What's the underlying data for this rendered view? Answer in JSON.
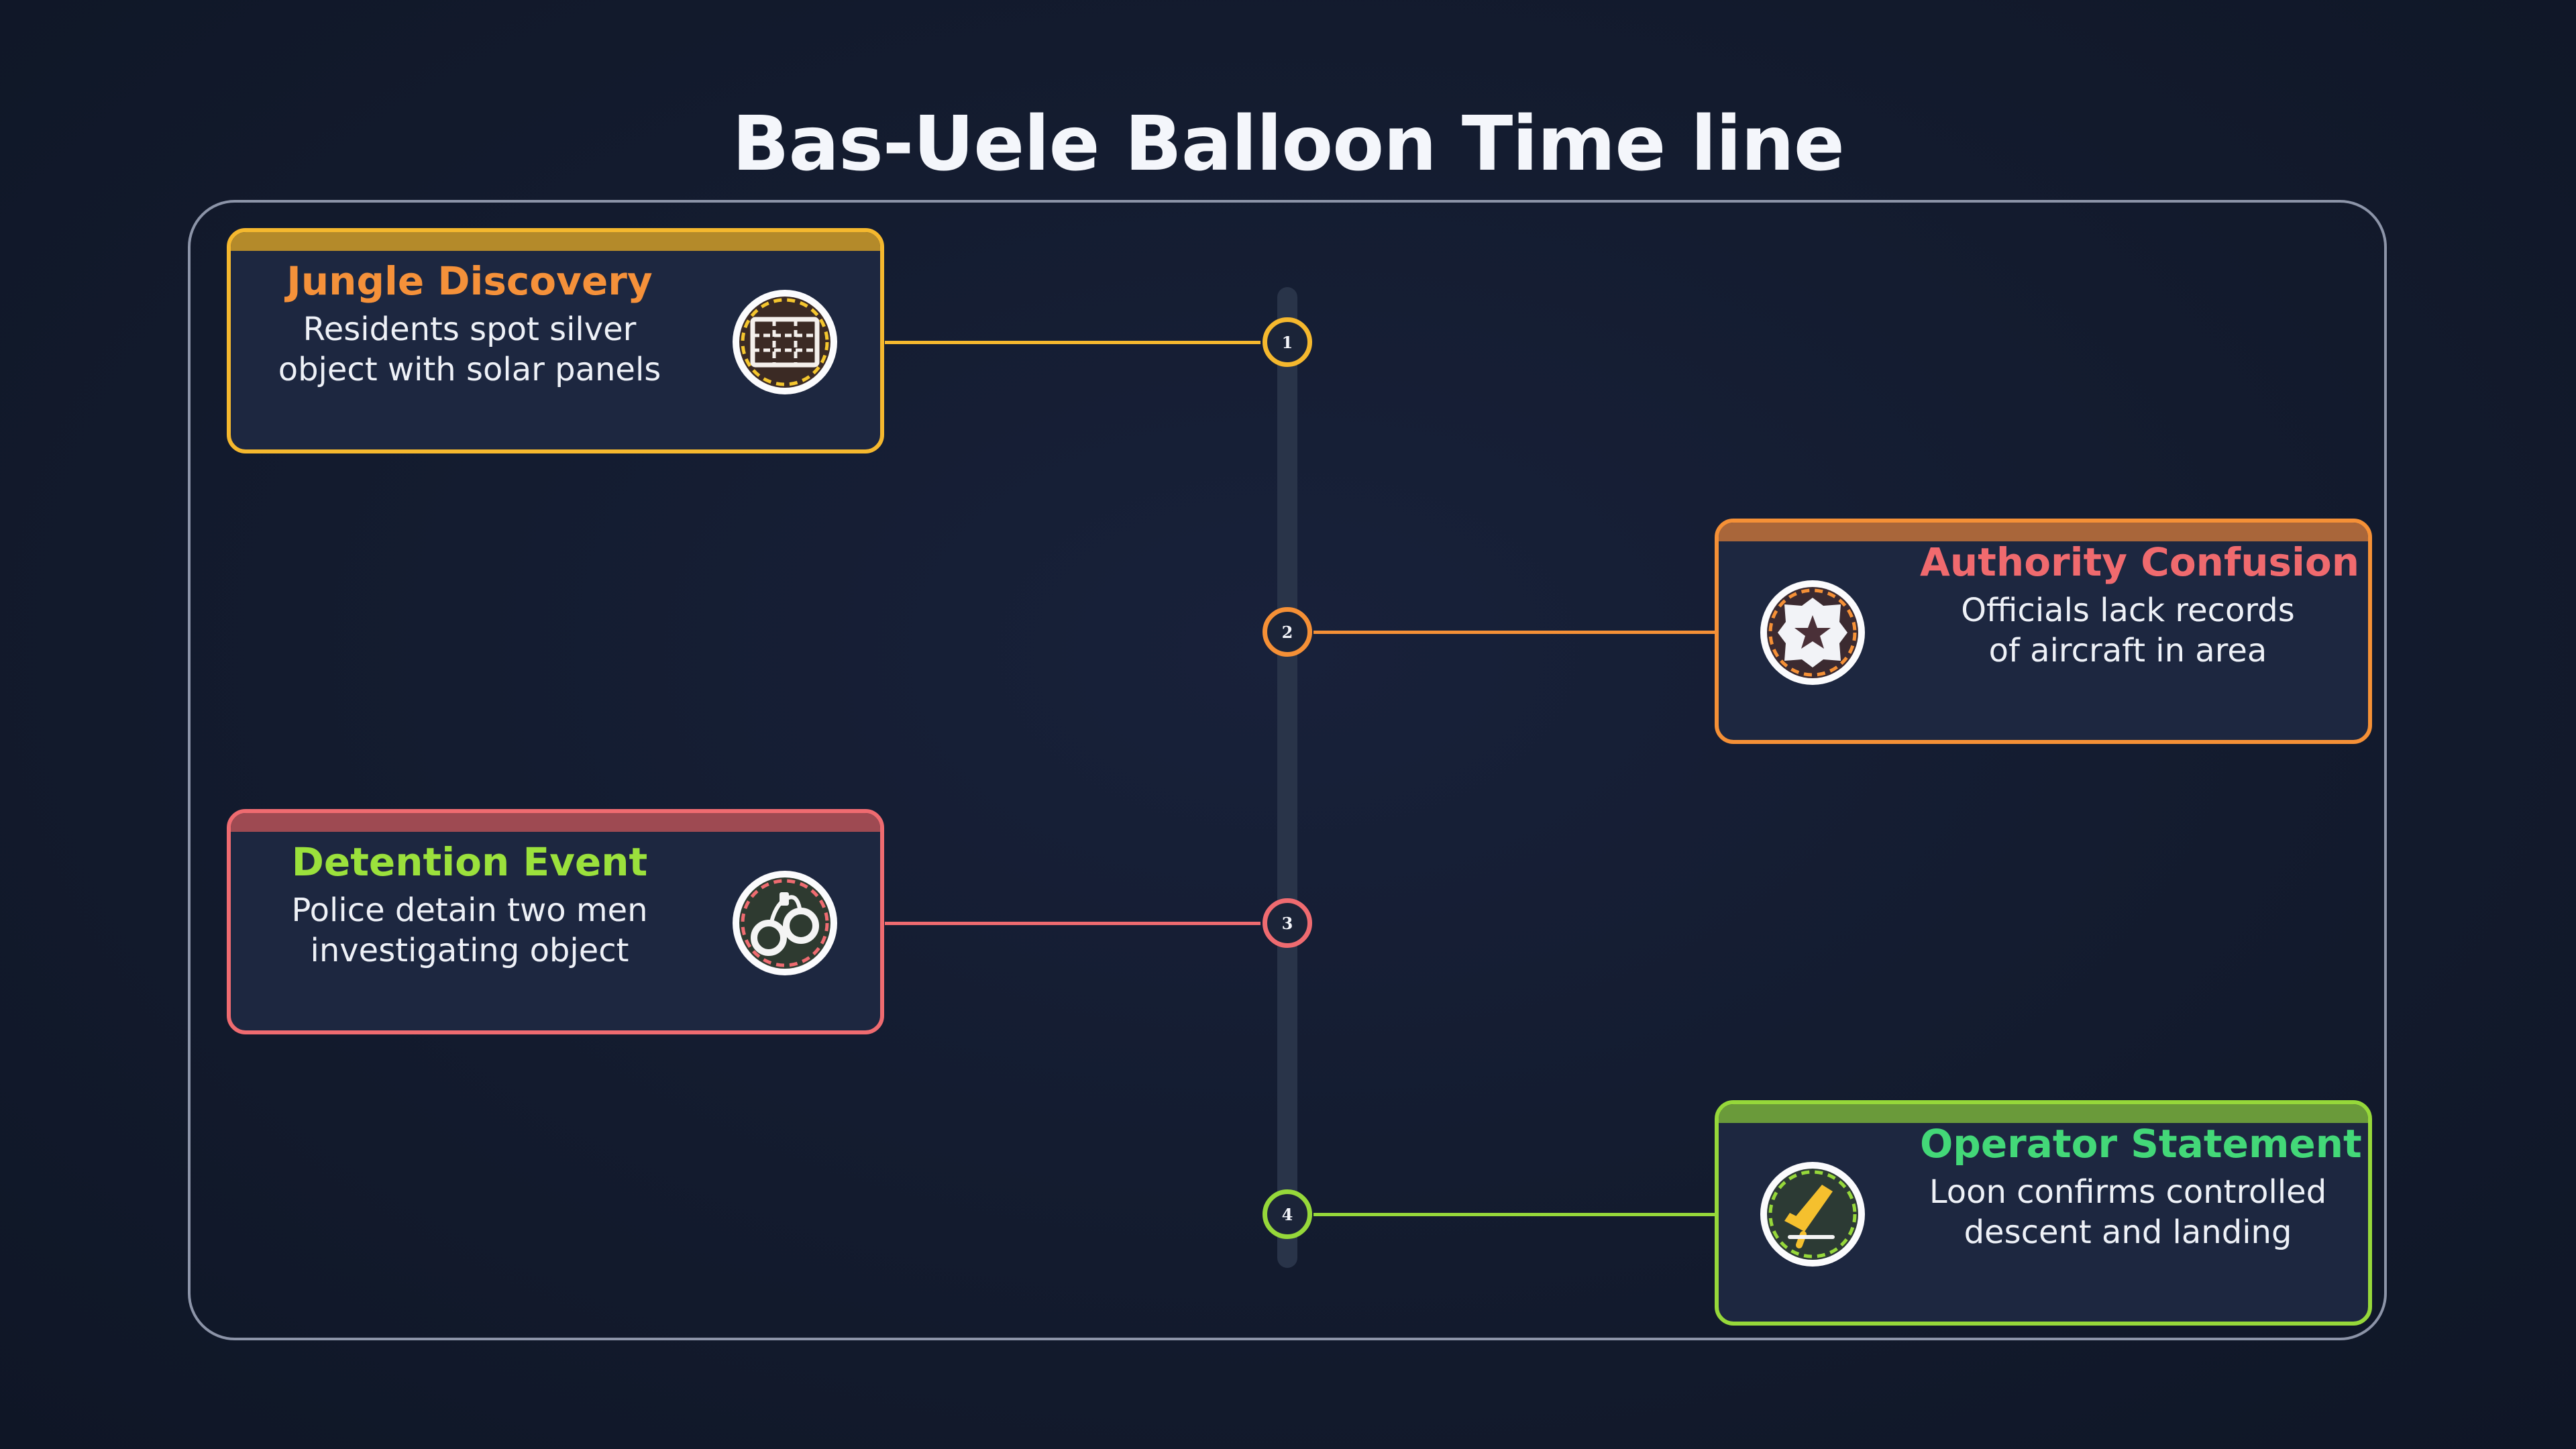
{
  "title": "Bas-Uele Balloon Time line",
  "events": [
    {
      "number": "1",
      "heading": "Jungle Discovery",
      "line1": "Residents spot silver",
      "line2": "object with solar panels",
      "icon": "solar-panel-icon",
      "border_color": "#f5b82e",
      "heading_color": "#f5913a"
    },
    {
      "number": "2",
      "heading": "Authority Confusion",
      "line1": "Officials lack records",
      "line2": "of aircraft in area",
      "icon": "police-badge-icon",
      "border_color": "#f59036",
      "heading_color": "#f06a6e"
    },
    {
      "number": "3",
      "heading": "Detention Event",
      "line1": "Police detain two men",
      "line2": "investigating object",
      "icon": "handcuffs-icon",
      "border_color": "#ef6b70",
      "heading_color": "#9be13c"
    },
    {
      "number": "4",
      "heading": "Operator Statement",
      "line1": "Loon confirms controlled",
      "line2": "descent and landing",
      "icon": "megaphone-icon",
      "border_color": "#96d83a",
      "heading_color": "#43d878"
    }
  ]
}
